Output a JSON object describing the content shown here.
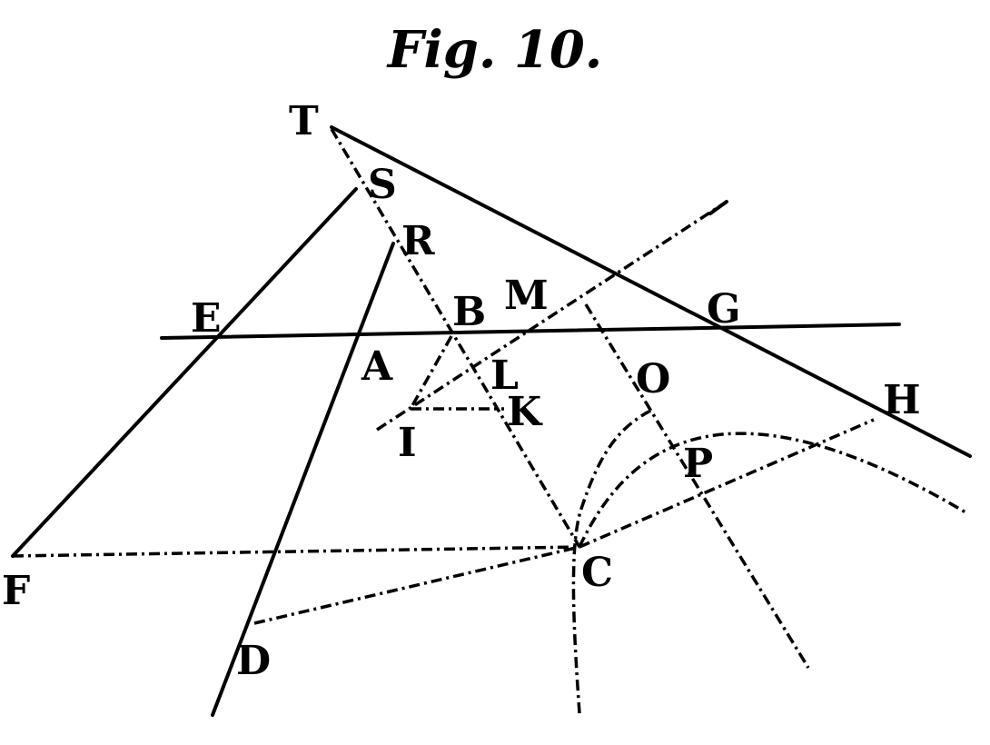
{
  "title": "Fig. 10.",
  "points": {
    "T": "T",
    "S": "S",
    "R": "R",
    "E": "E",
    "A": "A",
    "B": "B",
    "M": "M",
    "G": "G",
    "L": "L",
    "K": "K",
    "I": "I",
    "O": "O",
    "H": "H",
    "P": "P",
    "C": "C",
    "F": "F",
    "D": "D"
  }
}
